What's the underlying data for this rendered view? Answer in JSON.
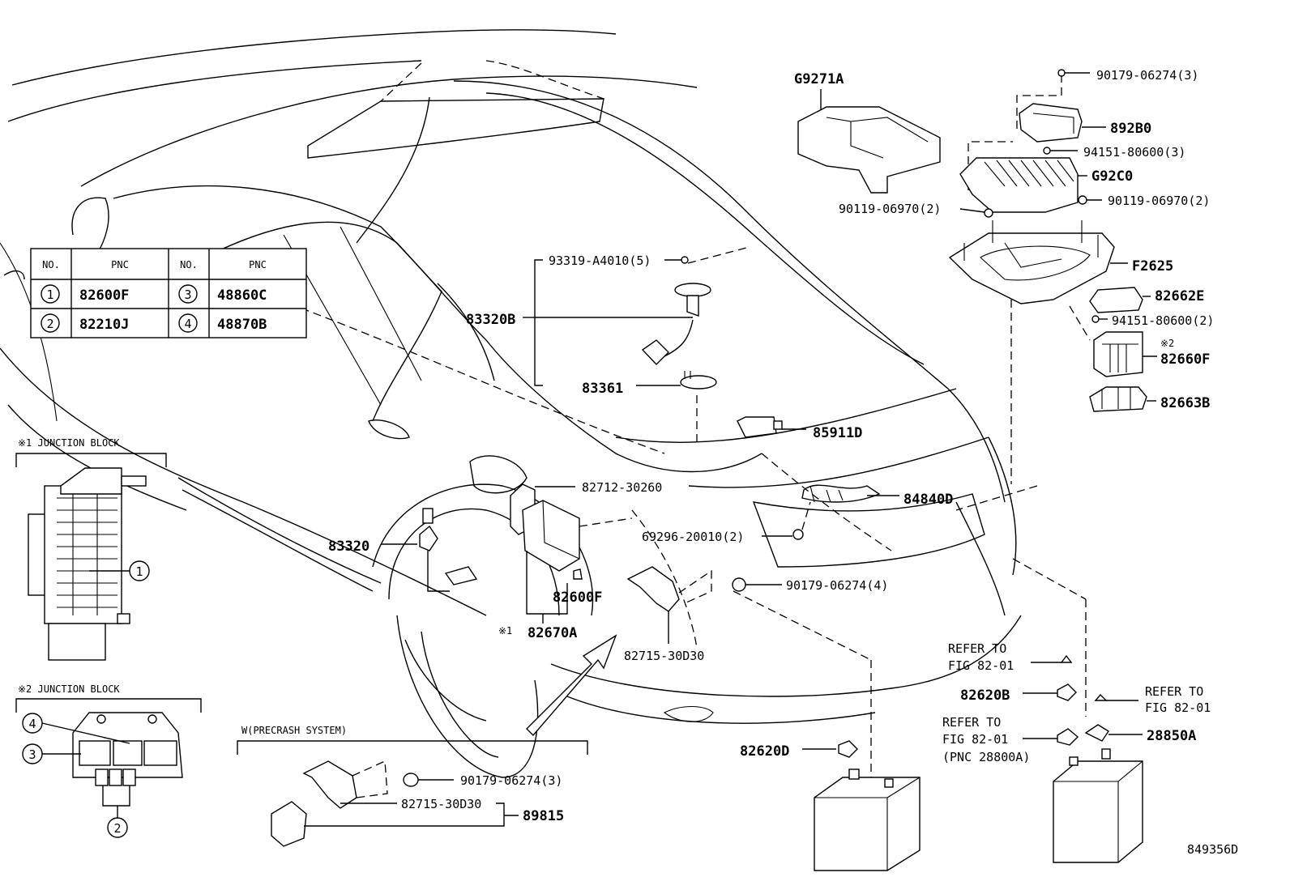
{
  "pnc_table": {
    "headers": [
      "NO.",
      "PNC",
      "NO.",
      "PNC"
    ],
    "rows": [
      {
        "no_a": "1",
        "pnc_a": "82600F",
        "no_b": "3",
        "pnc_b": "48860C"
      },
      {
        "no_a": "2",
        "pnc_a": "82210J",
        "no_b": "4",
        "pnc_b": "48870B"
      }
    ]
  },
  "junction_blocks": {
    "jb1_title": "※1 JUNCTION BLOCK",
    "jb2_title": "※2 JUNCTION BLOCK",
    "jb1_callout": "1",
    "jb2_callouts": [
      "4",
      "3",
      "2"
    ]
  },
  "precrash": {
    "title": "W(PRECRASH SYSTEM)",
    "labels": [
      "90179-06274(3)",
      "82715-30D30",
      "89815"
    ]
  },
  "labels": {
    "g9271a": "G9271A",
    "p90179_06274_3": "90179-06274(3)",
    "p892b0": "892B0",
    "p94151_80600_3": "94151-80600(3)",
    "g92c0": "G92C0",
    "p90119_06970_2_left": "90119-06970(2)",
    "p90119_06970_2_right": "90119-06970(2)",
    "f2625": "F2625",
    "p82662e": "82662E",
    "p94151_80600_2": "94151-80600(2)",
    "mark2": "※2",
    "p82660f": "82660F",
    "p82663b": "82663B",
    "p93319_a4010_5": "93319-A4010(5)",
    "p83320b": "83320B",
    "p83361": "83361",
    "p85911d": "85911D",
    "p82712_30260": "82712-30260",
    "p84840d": "84840D",
    "p69296_20010_2": "69296-20010(2)",
    "p83320": "83320",
    "p90179_06274_4": "90179-06274(4)",
    "p82600f": "82600F",
    "mark1": "※1",
    "p82670a": "82670A",
    "p82715_30d30": "82715-30D30",
    "refer1_line1": "REFER TO",
    "refer1_line2": "FIG 82-01",
    "p82620b": "82620B",
    "refer2_line1": "REFER TO",
    "refer2_line2": "FIG 82-01",
    "refer3_line1": "REFER TO",
    "refer3_line2": "FIG 82-01",
    "refer3_line3": "(PNC 28800A)",
    "p28850a": "28850A",
    "p82620d": "82620D",
    "figure_code": "849356D"
  }
}
